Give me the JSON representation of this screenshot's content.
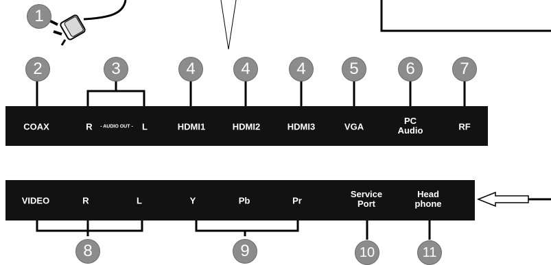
{
  "top_panel": {
    "coax": "COAX",
    "audio_r": "R",
    "audio_out": "- AUDIO OUT -",
    "audio_l": "L",
    "hdmi1": "HDMI1",
    "hdmi2": "HDMI2",
    "hdmi3": "HDMI3",
    "vga": "VGA",
    "pc_audio": "PC\nAudio",
    "rf": "RF"
  },
  "bottom_panel": {
    "video": "VIDEO",
    "r": "R",
    "l": "L",
    "y": "Y",
    "pb": "Pb",
    "pr": "Pr",
    "service_port": "Service\nPort",
    "headphone": "Head\nphone"
  },
  "callouts": {
    "power": "1",
    "coax": "2",
    "audio_out": "3",
    "hdmi1": "4",
    "hdmi2": "4",
    "hdmi3": "4",
    "vga": "5",
    "pc_audio": "6",
    "rf": "7",
    "av_in": "8",
    "component": "9",
    "service_port": "10",
    "headphone": "11"
  },
  "colors": {
    "panel": "#121212",
    "badge": "#8c8c8c",
    "label": "#ffffff",
    "line": "#000000"
  },
  "icons": [
    "power-plug-icon",
    "side-arrow-icon"
  ]
}
